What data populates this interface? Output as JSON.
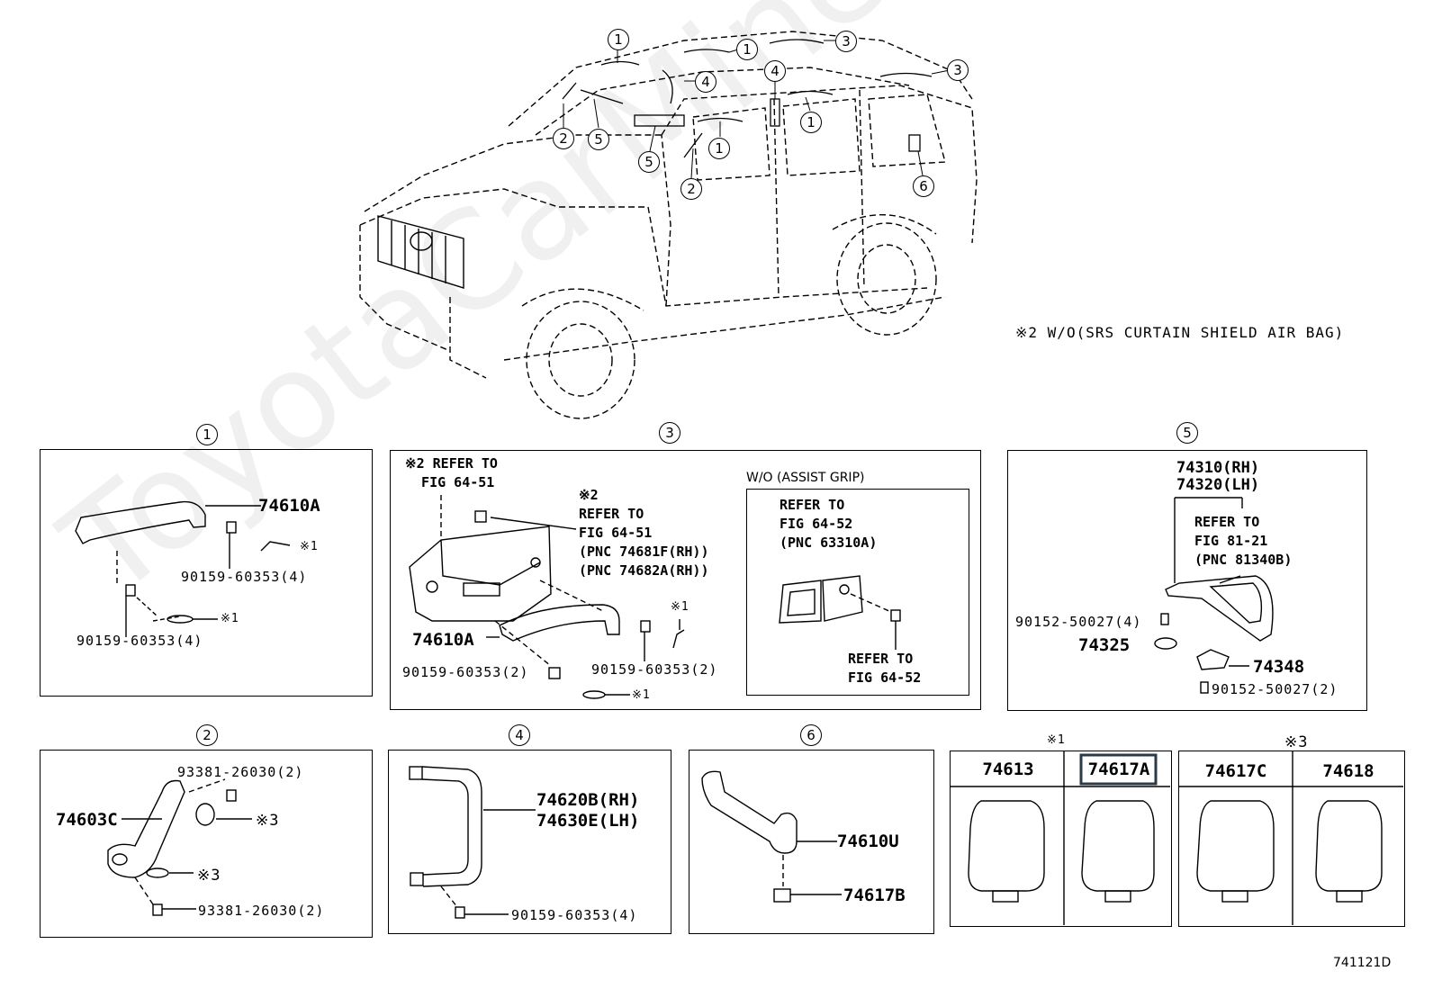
{
  "watermark": "ToyotaCarMine.ru",
  "footnote_srs": "※2 W/O(SRS CURTAIN SHIELD AIR BAG)",
  "figure_code": "741121D",
  "callouts": [
    "1",
    "2",
    "3",
    "4",
    "5",
    "6"
  ],
  "section1": {
    "num": "1",
    "part_grip": "74610A",
    "bolt_upper": "90159-60353(4)",
    "bolt_lower": "90159-60353(4)",
    "mark_upper": "※1",
    "mark_lower": "※1"
  },
  "section3": {
    "num": "3",
    "note_a": "※2 REFER TO\n  FIG 64-51",
    "note_b": "※2\nREFER TO\nFIG 64-51\n(PNC 74681F(RH))\n(PNC 74682A(RH))",
    "part_grip": "74610A",
    "bolt_left": "90159-60353(2)",
    "bolt_right": "90159-60353(2)",
    "mark_top": "※1",
    "mark_bottom": "※1",
    "subpanel_title": "W/O (ASSIST GRIP)",
    "subpanel_note": "REFER TO\nFIG 64-52\n(PNC 63310A)",
    "subpanel_note2": "REFER TO\nFIG 64-52"
  },
  "section5": {
    "num": "5",
    "part_rh": "74310(RH)",
    "part_lh": "74320(LH)",
    "note": "REFER TO\nFIG 81-21\n(PNC 81340B)",
    "screw_upper": "90152-50027(4)",
    "part_clip": "74325",
    "part_holder": "74348",
    "screw_lower": "90152-50027(2)"
  },
  "section2": {
    "num": "2",
    "part_grip": "74603C",
    "bolt_upper": "93381-26030(2)",
    "bolt_lower": "93381-26030(2)",
    "mark_upper": "※3",
    "mark_lower": "※3"
  },
  "section4": {
    "num": "4",
    "part_rh": "74620B(RH)",
    "part_lh": "74630E(LH)",
    "bolt": "90159-60353(4)"
  },
  "section6": {
    "num": "6",
    "part_grip": "74610U",
    "part_cap": "74617B"
  },
  "caps_table": {
    "group1_mark": "※1",
    "group3_mark": "※3",
    "col1": "74613",
    "col2": "74617A",
    "col3": "74617C",
    "col4": "74618"
  }
}
